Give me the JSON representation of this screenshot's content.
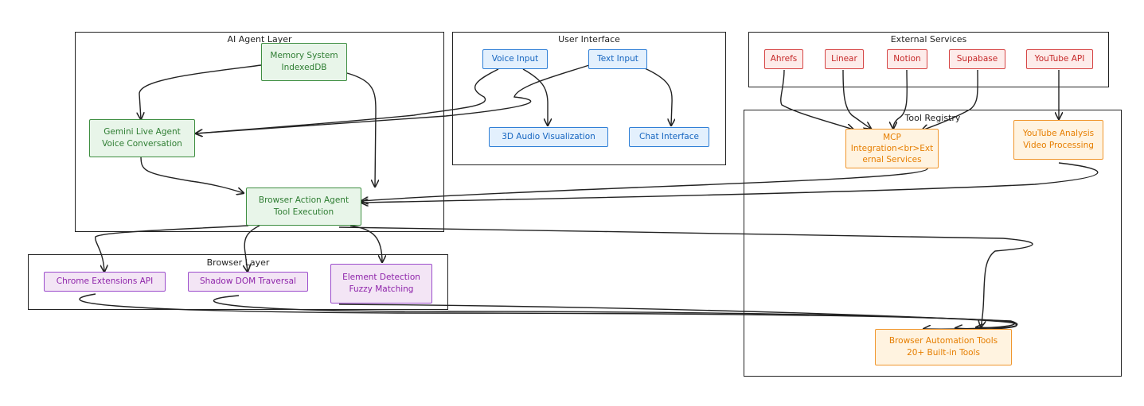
{
  "groups": {
    "ai_agent_layer": "AI Agent Layer",
    "user_interface": "User Interface",
    "external_services": "External Services",
    "tool_registry": "Tool Registry",
    "browser_layer": "Browser Layer"
  },
  "nodes": {
    "memory": [
      "Memory System",
      "IndexedDB"
    ],
    "gemini": [
      "Gemini Live Agent",
      "Voice Conversation"
    ],
    "browser_action": [
      "Browser Action Agent",
      "Tool Execution"
    ],
    "voice_input": [
      "Voice Input"
    ],
    "text_input": [
      "Text Input"
    ],
    "audio_viz": [
      "3D Audio Visualization"
    ],
    "chat": [
      "Chat Interface"
    ],
    "ahrefs": [
      "Ahrefs"
    ],
    "linear": [
      "Linear"
    ],
    "notion": [
      "Notion"
    ],
    "supabase": [
      "Supabase"
    ],
    "youtube_api": [
      "YouTube API"
    ],
    "mcp": [
      "MCP",
      "Integration<br>Ext",
      "ernal Services"
    ],
    "youtube_analysis": [
      "YouTube Analysis",
      "Video Processing"
    ],
    "chrome_ext": [
      "Chrome Extensions API"
    ],
    "shadow_dom": [
      "Shadow DOM Traversal"
    ],
    "element_detect": [
      "Element Detection",
      "Fuzzy Matching"
    ],
    "automation": [
      "Browser Automation Tools",
      "20+ Built-in Tools"
    ]
  },
  "colors": {
    "green": "#3e8e41",
    "blue": "#2f7fd6",
    "red": "#d64545",
    "orange": "#f0962d",
    "purple": "#9c4dcc",
    "edge": "#222222"
  }
}
